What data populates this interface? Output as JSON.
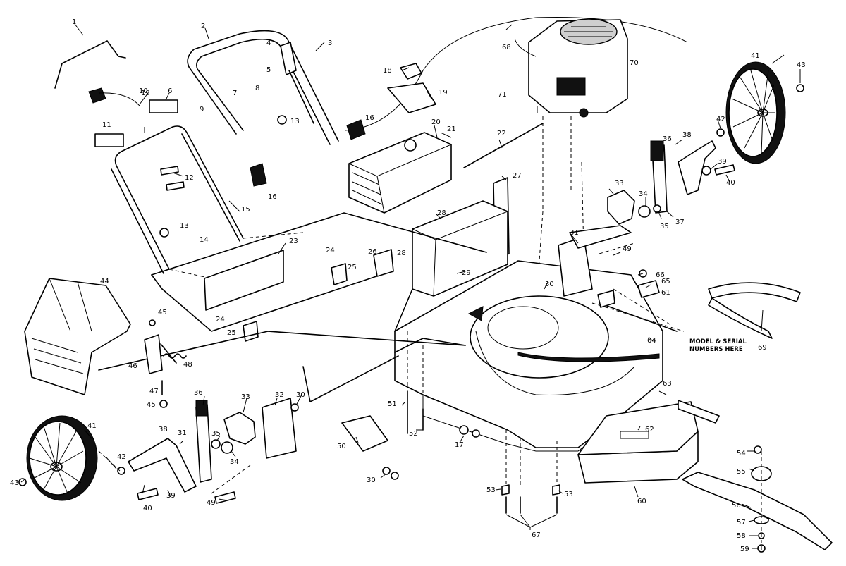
{
  "note": {
    "line1": "MODEL & SERIAL",
    "line2": "NUMBERS HERE"
  },
  "callouts": [
    "1",
    "2",
    "3",
    "4",
    "5",
    "6",
    "7",
    "8",
    "9",
    "10",
    "11",
    "12",
    "13",
    "13",
    "14",
    "15",
    "16",
    "16",
    "17",
    "18",
    "19",
    "19",
    "20",
    "21",
    "22",
    "23",
    "24",
    "24",
    "25",
    "25",
    "26",
    "27",
    "28",
    "28",
    "29",
    "30",
    "30",
    "30",
    "31",
    "31",
    "32",
    "33",
    "33",
    "34",
    "34",
    "35",
    "35",
    "36",
    "36",
    "37",
    "38",
    "38",
    "39",
    "39",
    "40",
    "40",
    "41",
    "41",
    "42",
    "42",
    "43",
    "43",
    "44",
    "45",
    "45",
    "46",
    "47",
    "48",
    "49",
    "49",
    "50",
    "51",
    "52",
    "53",
    "53",
    "54",
    "55",
    "56",
    "57",
    "58",
    "59",
    "60",
    "61",
    "62",
    "63",
    "64",
    "65",
    "66",
    "67",
    "68",
    "69",
    "70",
    "71"
  ]
}
